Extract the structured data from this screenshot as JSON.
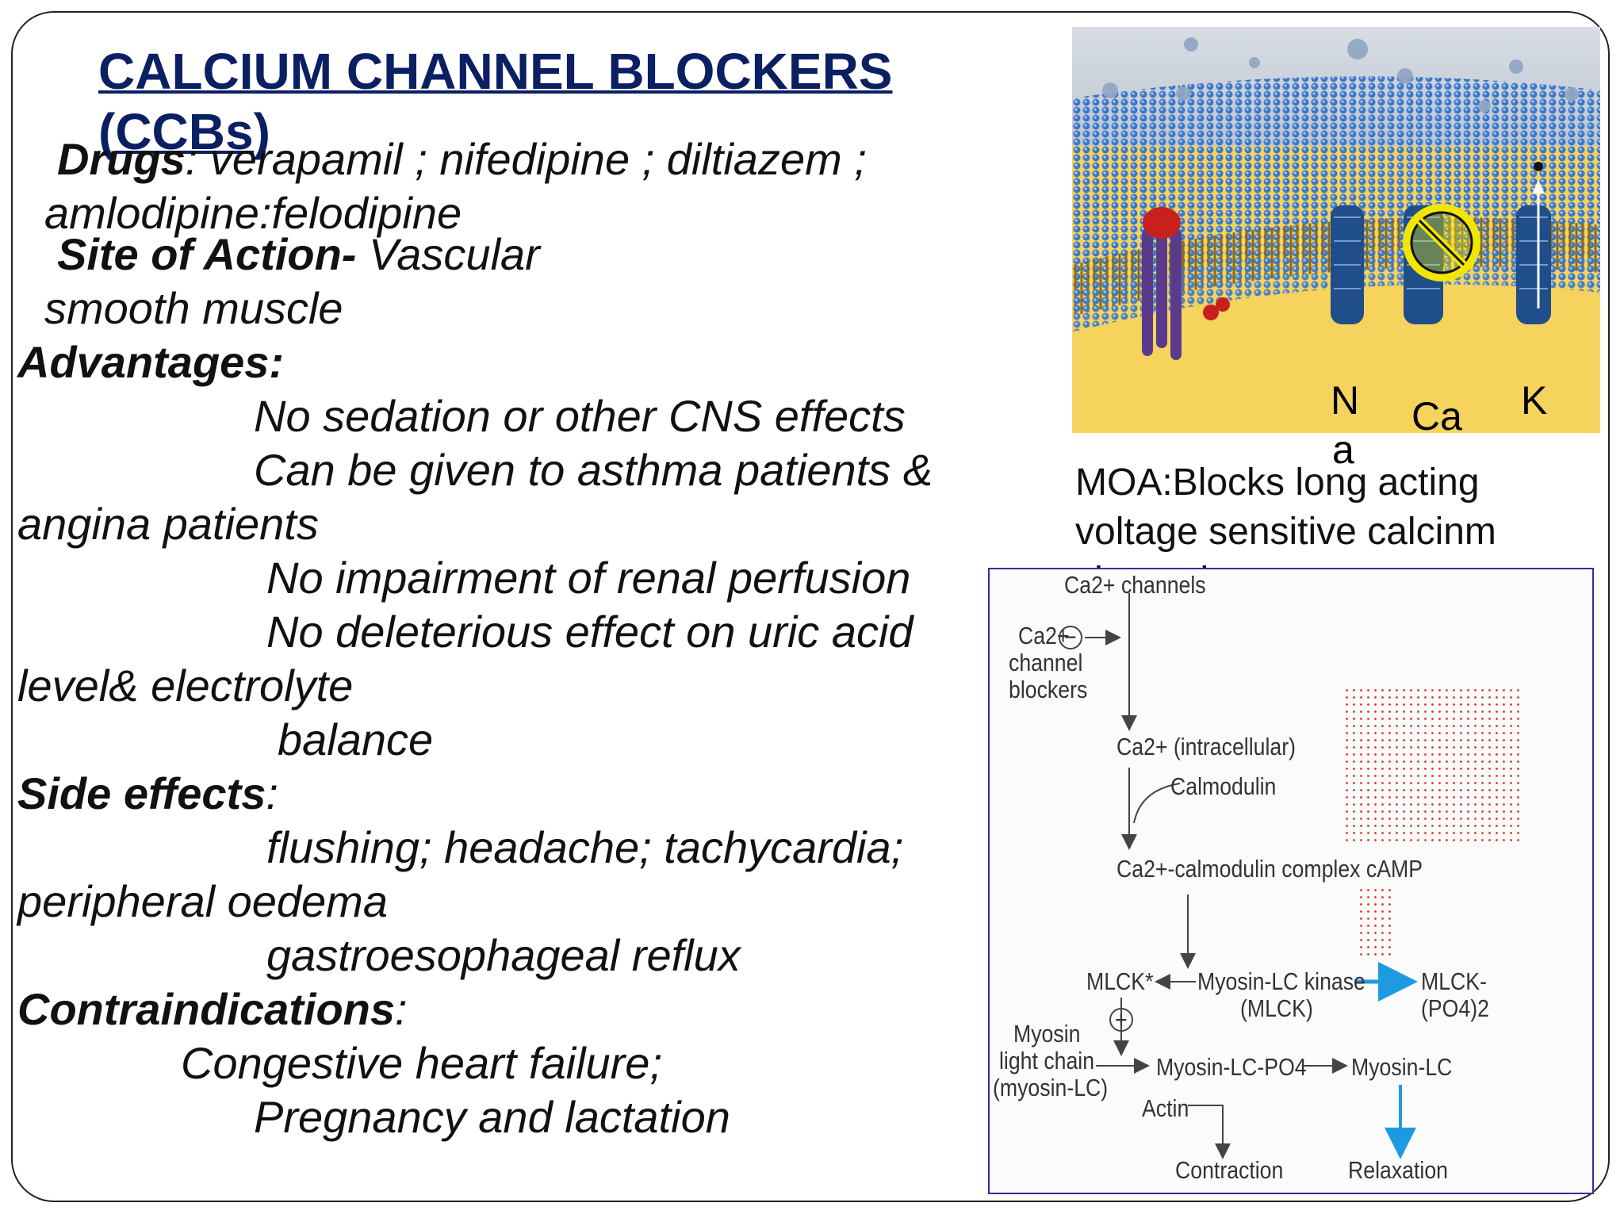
{
  "slide": {
    "title": "CALCIUM  CHANNEL BLOCKERS (CCBs)",
    "drugs_label": "Drugs",
    "drugs_text": ": verapamil ; nifedipine ; diltiazem ;",
    "drugs_text_2": "amlodipine:felodipine",
    "site_label": "Site of Action-",
    "site_text": " Vascular",
    "site_text_2": "smooth muscle",
    "advantages_heading": "Advantages:",
    "advantages": [
      "No sedation or other CNS effects",
      "Can be given to asthma patients &",
      "angina patients",
      "No impairment of renal perfusion",
      "No deleterious effect on uric acid",
      "level& electrolyte",
      "balance"
    ],
    "side_effects_heading": "Side effects",
    "side_effects": [
      "flushing; headache; tachycardia;",
      "peripheral oedema",
      "gastroesophageal reflux"
    ],
    "contra_heading": "Contraindications",
    "contraindications": [
      "Congestive heart failure;",
      "Pregnancy and lactation"
    ],
    "colon": ":"
  },
  "membrane_figure": {
    "channel_labels": {
      "na_top": "N",
      "na_bottom": "a",
      "ca": "Ca",
      "k": "K"
    },
    "blocker_icon": "prohibition-icon"
  },
  "moa_text": "MOA:Blocks long acting voltage sensitive calcinm channels",
  "flowchart": {
    "channels": "Ca2+ channels",
    "blockers": [
      "Ca2+",
      "channel",
      "blockers"
    ],
    "minus_symbol": "−",
    "plus_symbol": "+",
    "intracellular": "Ca2+ (intracellular)",
    "calmodulin": "Calmodulin",
    "complex": "Ca2+-calmodulin complex cAMP",
    "mlck_star": "MLCK*",
    "kinase_1": "Myosin-LC kinase",
    "kinase_2": "(MLCK)",
    "mlck_po4_1": "MLCK-",
    "mlck_po4_2": "(PO4)2",
    "myosin_light": [
      "Myosin",
      "light chain",
      "(myosin-LC)"
    ],
    "myosin_lc_po4": "Myosin-LC-PO4",
    "myosin_lc": "Myosin-LC",
    "actin": "Actin",
    "contraction": "Contraction",
    "relaxation": "Relaxation",
    "accent_color": "#1e9be0"
  }
}
